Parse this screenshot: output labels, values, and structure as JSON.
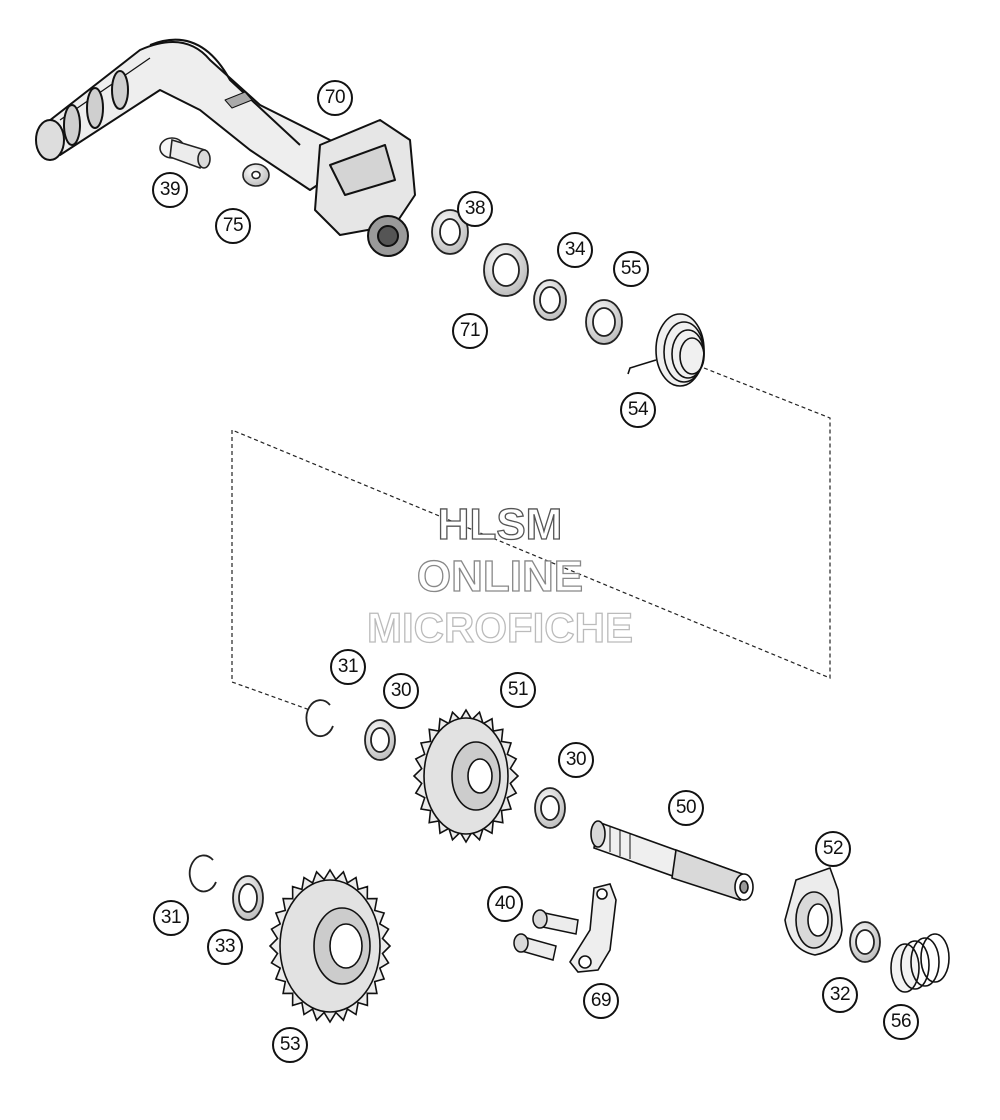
{
  "watermark": {
    "line1": "HLSM",
    "line2": "ONLINE",
    "line3": "MICROFICHE"
  },
  "callouts": {
    "c70": "70",
    "c39": "39",
    "c75": "75",
    "c38": "38",
    "c34": "34",
    "c55": "55",
    "c71": "71",
    "c54": "54",
    "c31a": "31",
    "c30a": "30",
    "c51": "51",
    "c30b": "30",
    "c50": "50",
    "c52": "52",
    "c40": "40",
    "c31b": "31",
    "c33": "33",
    "c53": "53",
    "c69": "69",
    "c32": "32",
    "c56": "56"
  },
  "colors": {
    "line": "#111111",
    "part_fill": "#f2f2f2",
    "part_shade": "#bdbdbd"
  }
}
